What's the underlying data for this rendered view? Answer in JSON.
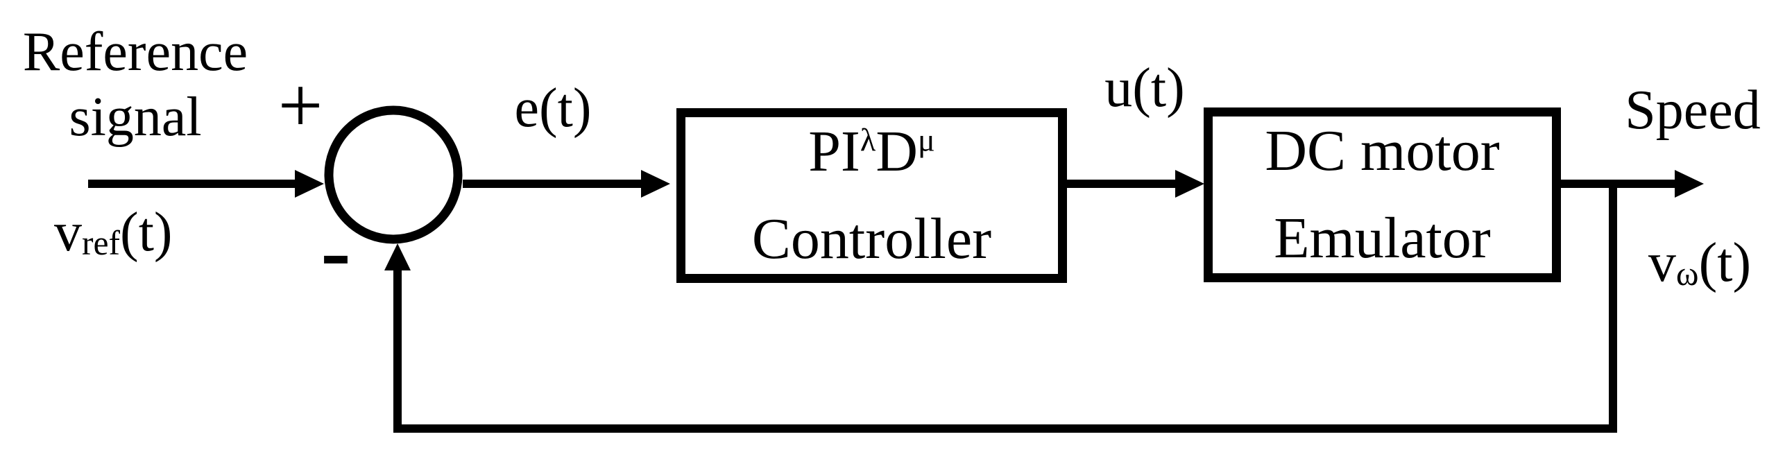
{
  "labels": {
    "reference_line1": "Reference",
    "reference_line2": "signal",
    "vref_base": "v",
    "vref_sub": "ref",
    "vref_rest": "(t)",
    "plus": "+",
    "minus": "-",
    "error_signal": "e(t)",
    "control_signal": "u(t)",
    "speed": "Speed",
    "vomega_base": "v",
    "vomega_sub": "ω",
    "vomega_rest": "(t)"
  },
  "blocks": {
    "controller": {
      "line1_base1": "PI",
      "line1_sup1": "λ",
      "line1_base2": "D",
      "line1_sup2": "μ",
      "line2": "Controller"
    },
    "plant": {
      "line1": "DC motor",
      "line2": "Emulator"
    }
  },
  "colors": {
    "stroke": "#000000",
    "background": "#ffffff"
  }
}
